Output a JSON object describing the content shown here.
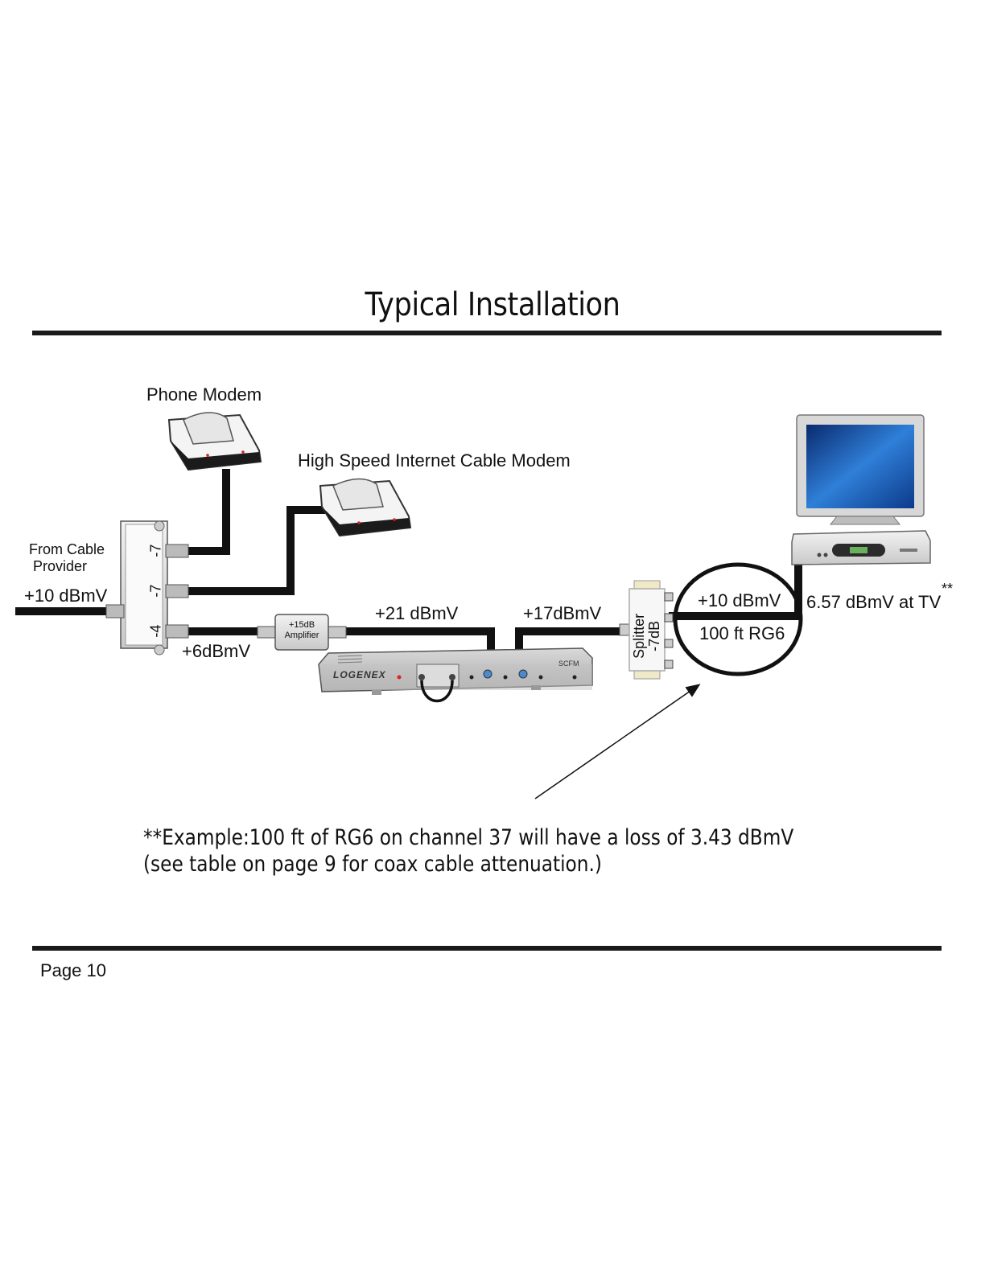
{
  "page": {
    "title": "Typical Installation",
    "page_number": "Page 10"
  },
  "labels": {
    "phone_modem": "Phone Modem",
    "cable_modem": "High Speed Internet Cable Modem",
    "from_cable_line1": "From Cable",
    "from_cable_line2": "Provider",
    "input_level": "+10 dBmV",
    "splitter_port_1": "-7",
    "splitter_port_2": "-7",
    "splitter_port_3": "-4",
    "amp_line1": "+15dB",
    "amp_line2": "Amplifier",
    "after_splitter_level": "+6dBmV",
    "amp_output_level": "+21 dBmV",
    "modulator_output_level": "+17dBmV",
    "splitter2_line1": "Splitter",
    "splitter2_line2": "-7dB",
    "after_splitter2_level": "+10 dBmV",
    "cable_run": "100 ft RG6",
    "tv_level": "6.57 dBmV at TV",
    "tv_level_mark": "**",
    "modulator_brand": "LOGENEX",
    "modulator_model": "SCFM"
  },
  "note": {
    "line1": "**Example:100 ft of RG6 on channel 37 will have a loss of 3.43 dBmV",
    "line2": "(see table on page 9 for coax cable attenuation.)"
  }
}
